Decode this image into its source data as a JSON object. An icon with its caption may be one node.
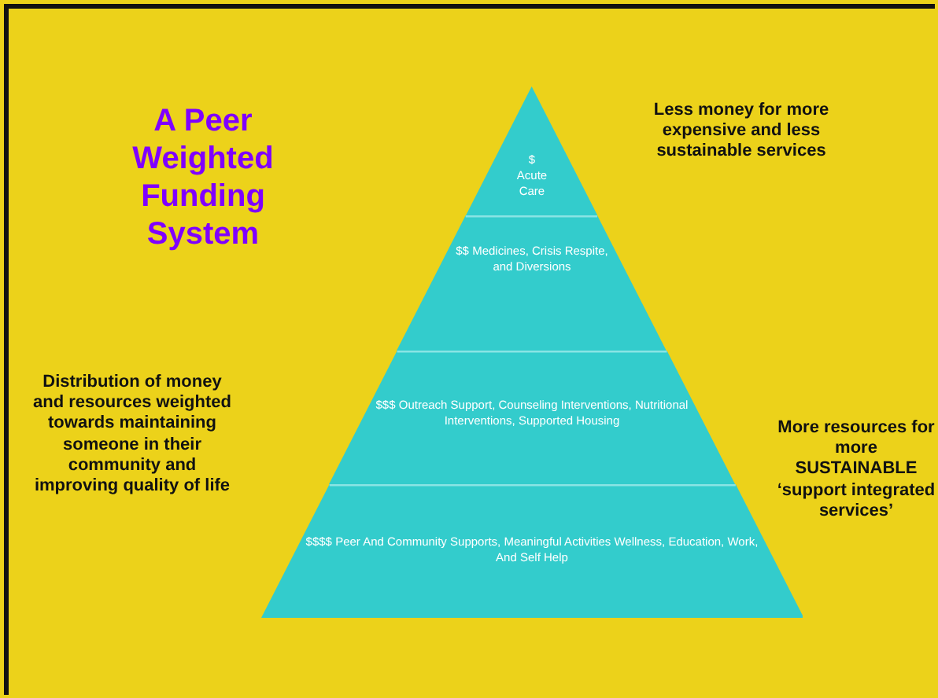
{
  "diagram": {
    "title": "A Peer Weighted Funding System",
    "nodes": [
      {
        "text": [
          "$ Acute Care"
        ]
      },
      {
        "text": [
          "$$ Medicines, Crisis Respite, and Diversions"
        ]
      },
      {
        "text": [
          "$$$ Outreach Support, Counseling Interventions, Nutritional Interventions, Supported Housing"
        ]
      },
      {
        "text": [
          "$$$$ Peer And Community Supports, Meaningful Activities Wellness, Education, Work, And Self Help"
        ]
      }
    ],
    "labels": [
      "Less money for more expensive and less sustainable services",
      "Distribution of money and resources weighted towards maintaining someone in their community and improving quality of life",
      "More resources for more SUSTAINABLE ‘support integrated services’"
    ]
  }
}
